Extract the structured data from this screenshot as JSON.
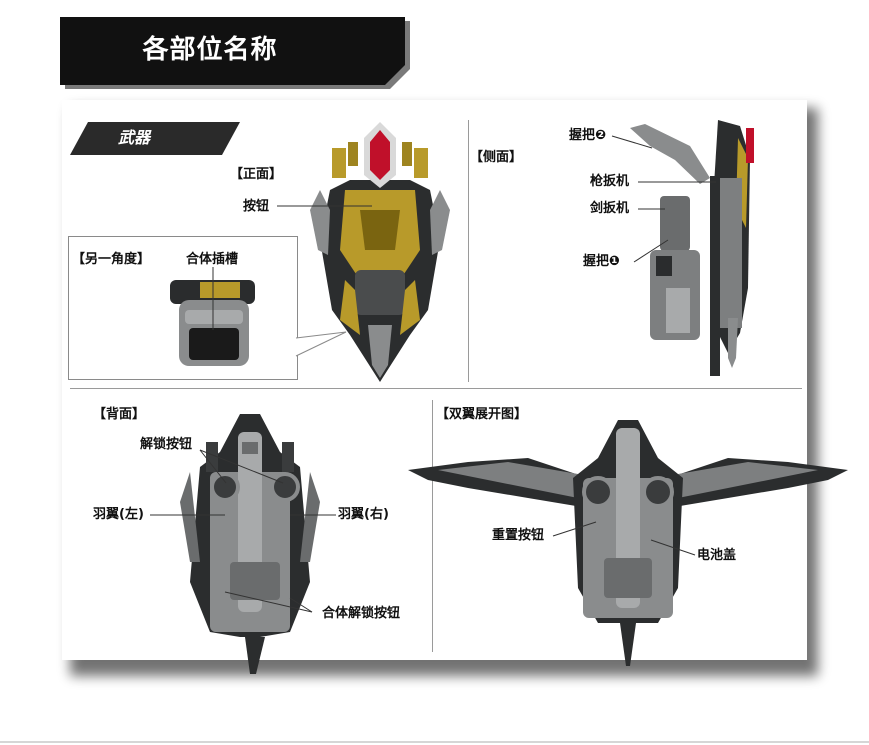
{
  "header": {
    "title": "各部位名称"
  },
  "weapon_tag": "武器",
  "views": {
    "front": "【正面】",
    "alt_angle": "【另一角度】",
    "side": "【侧面】",
    "back": "【背面】",
    "wings_open": "【双翼展开图】"
  },
  "callouts": {
    "button": "按钮",
    "combine_slot": "合体插槽",
    "grip2": "握把❷",
    "gun_trigger": "枪扳机",
    "sword_trigger": "剑扳机",
    "grip1": "握把❶",
    "unlock_buttons": "解锁按钮",
    "wing_left": "羽翼(左)",
    "wing_right": "羽翼(右)",
    "combine_unlock_button": "合体解锁按钮",
    "reset_button": "重置按钮",
    "battery_cover": "电池盖"
  },
  "colors": {
    "banner": "#111111",
    "gold": "#b89a2a",
    "red_gem": "#c0102a",
    "grey_body": "#7d7f80",
    "dark_body": "#2a2c2d"
  }
}
